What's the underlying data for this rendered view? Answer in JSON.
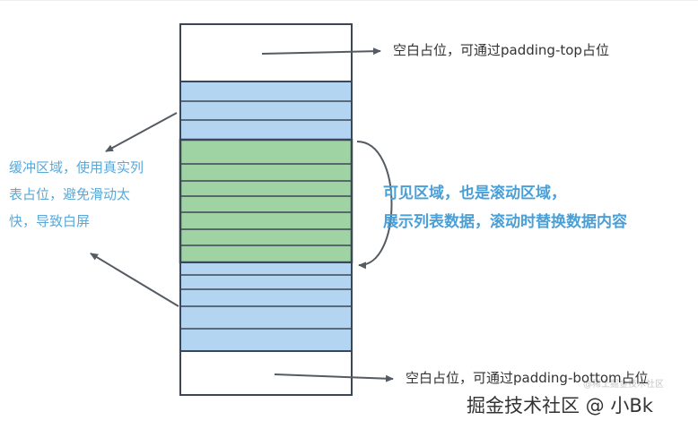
{
  "notes": {
    "top_spacer": "空白占位，可通过padding-top占位",
    "bottom_spacer": "空白占位，可通过padding-bottom占位",
    "buffer": "缓冲区域，使用真实列表占位，避免滑动太快，导致白屏",
    "visible_line1": "可见区域，也是滚动区域，",
    "visible_line2": "展示列表数据，滚动时替换数据内容"
  },
  "watermark": "掘金技术社区 @ 小Bk",
  "faint_watermark": "@稀土掘金技术社区",
  "colors": {
    "buffer_fill": "#b4d5f1",
    "visible_fill": "#a0d3a4",
    "outline": "#3d4655",
    "arrow": "#555b63",
    "buffer_text": "#5aa8d8",
    "visible_text": "#4a9fd6"
  }
}
